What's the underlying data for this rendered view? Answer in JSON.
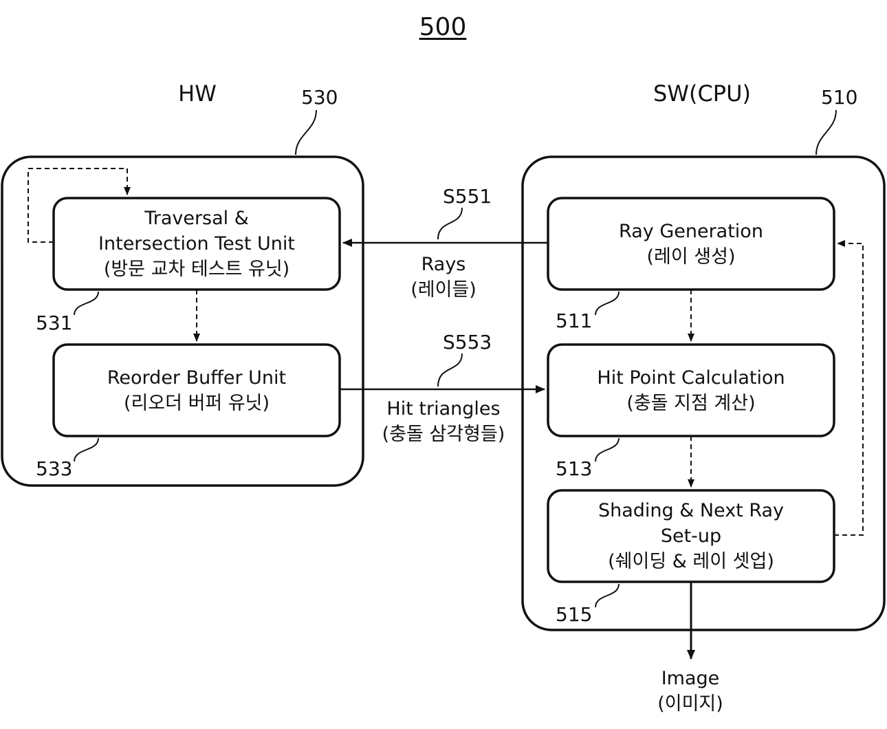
{
  "figure_number": "500",
  "hw": {
    "title": "HW",
    "ref": "530",
    "units": [
      {
        "ref": "531",
        "lines": [
          "Traversal &",
          "Intersection Test Unit",
          "(방문 교차 테스트 유닛)"
        ]
      },
      {
        "ref": "533",
        "lines": [
          "Reorder Buffer Unit",
          "(리오더 버퍼 유닛)"
        ]
      }
    ]
  },
  "sw": {
    "title": "SW(CPU)",
    "ref": "510",
    "units": [
      {
        "ref": "511",
        "lines": [
          "Ray Generation",
          "(레이 생성)"
        ]
      },
      {
        "ref": "513",
        "lines": [
          "Hit Point Calculation",
          "(충돌 지점 계산)"
        ]
      },
      {
        "ref": "515",
        "lines": [
          "Shading & Next Ray",
          "Set-up",
          "(쉐이딩 & 레이 셋업)"
        ]
      }
    ]
  },
  "flows": {
    "rays": {
      "step": "S551",
      "label": "Rays",
      "label_ko": "(레이들)"
    },
    "hits": {
      "step": "S553",
      "label": "Hit triangles",
      "label_ko": "(충돌 삼각형들)"
    }
  },
  "output": {
    "label": "Image",
    "label_ko": "(이미지)"
  }
}
